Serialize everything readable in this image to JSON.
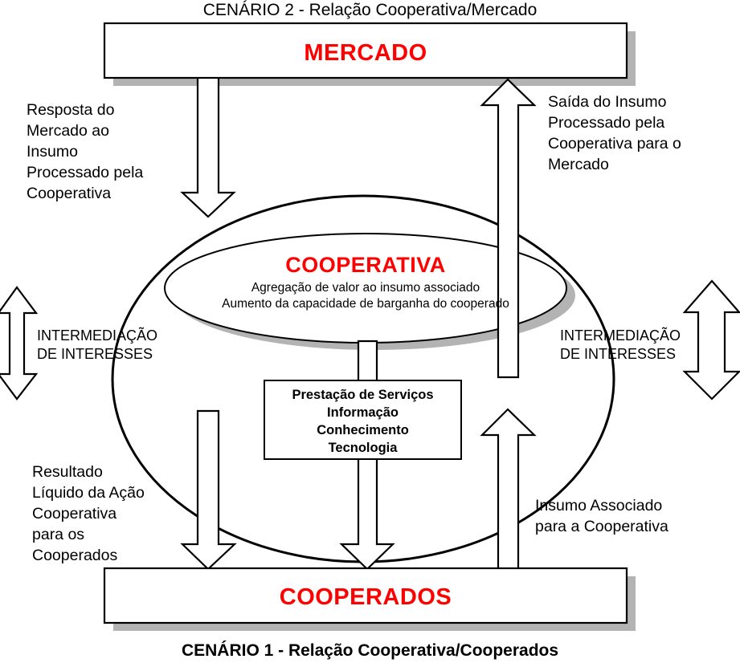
{
  "diagram": {
    "title_top": "CENÁRIO 2 - Relação Cooperativa/Mercado",
    "title_bottom": "CENÁRIO 1 - Relação Cooperativa/Cooperados",
    "colors": {
      "accent_red": "#ff0000",
      "stroke_black": "#000000",
      "shadow_gray": "#b3b3b3",
      "background": "#ffffff"
    },
    "top_box": {
      "label": "MERCADO"
    },
    "bottom_box": {
      "label": "COOPERADOS"
    },
    "ellipse": {
      "title": "COOPERATIVA",
      "line1": "Agregação de valor ao insumo associado",
      "line2": "Aumento da capacidade de barganha do cooperado"
    },
    "service_box": {
      "line1": "Prestação de Serviços",
      "line2": "Informação",
      "line3": "Conhecimento",
      "line4": "Tecnologia"
    },
    "annotations": {
      "top_left": "Resposta do\nMercado ao\nInsumo\nProcessado pela\nCooperativa",
      "top_right": "Saída do Insumo\nProcessado pela\nCooperativa para o\nMercado",
      "bottom_left": "Resultado\nLíquido da Ação\nCooperativa\npara os\nCooperados",
      "bottom_right": "Insumo Associado\npara a Cooperativa",
      "left_side": "INTERMEDIAÇÃO\nDE INTERESSES",
      "right_side": "INTERMEDIAÇÃO\nDE INTERESSES"
    },
    "arrows": [
      {
        "name": "market-response-down-arrow",
        "direction": "down"
      },
      {
        "name": "output-to-market-up-arrow",
        "direction": "up"
      },
      {
        "name": "net-result-down-arrow",
        "direction": "down"
      },
      {
        "name": "services-down-arrow",
        "direction": "down"
      },
      {
        "name": "input-from-members-up-arrow",
        "direction": "up"
      },
      {
        "name": "left-intermediation-double-arrow",
        "direction": "both"
      },
      {
        "name": "right-intermediation-double-arrow",
        "direction": "both"
      }
    ]
  }
}
